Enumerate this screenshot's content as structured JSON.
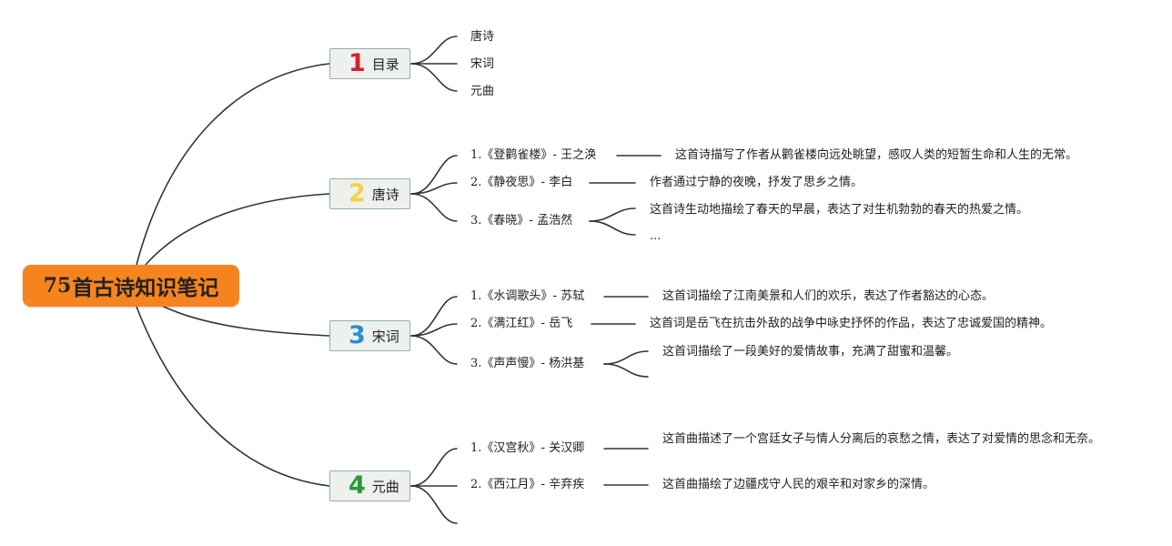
{
  "root": {
    "number": "75",
    "title": "首古诗知识笔记"
  },
  "branches": [
    {
      "digit": "1",
      "label": "目录",
      "color": "#d8202a"
    },
    {
      "digit": "2",
      "label": "唐诗",
      "color": "#f5d143"
    },
    {
      "digit": "3",
      "label": "宋词",
      "color": "#2a8fd4"
    },
    {
      "digit": "4",
      "label": "元曲",
      "color": "#2a9a38"
    }
  ],
  "toc": [
    "唐诗",
    "宋词",
    "元曲"
  ],
  "tang": [
    {
      "num": "1.",
      "title": "《登鹳雀楼》- 王之涣",
      "note": "这首诗描写了作者从鹳雀楼向远处眺望，感叹人类的短暂生命和人生的无常。"
    },
    {
      "num": "2.",
      "title": "《静夜思》- 李白",
      "note": "作者通过宁静的夜晚，抒发了思乡之情。"
    },
    {
      "num": "3.",
      "title": "《春晓》- 孟浩然",
      "note": "这首诗生动地描绘了春天的早晨，表达了对生机勃勃的春天的热爱之情。",
      "extra": "..."
    }
  ],
  "song": [
    {
      "num": "1.",
      "title": "《水调歌头》- 苏轼",
      "note": "这首词描绘了江南美景和人们的欢乐，表达了作者豁达的心态。"
    },
    {
      "num": "2.",
      "title": "《满江红》- 岳飞",
      "note": "这首词是岳飞在抗击外敌的战争中咏史抒怀的作品，表达了忠诚爱国的精神。"
    },
    {
      "num": "3.",
      "title": "《声声慢》- 杨洪基",
      "note": "这首词描绘了一段美好的爱情故事，充满了甜蜜和温馨。"
    }
  ],
  "yuan": [
    {
      "num": "1.",
      "title": "《汉宫秋》- 关汉卿",
      "note": "这首曲描述了一个宫廷女子与情人分离后的哀愁之情，表达了对爱情的思念和无奈。"
    },
    {
      "num": "2.",
      "title": "《西江月》- 辛弃疾",
      "note": "这首曲描绘了边疆戍守人民的艰辛和对家乡的深情。"
    }
  ]
}
